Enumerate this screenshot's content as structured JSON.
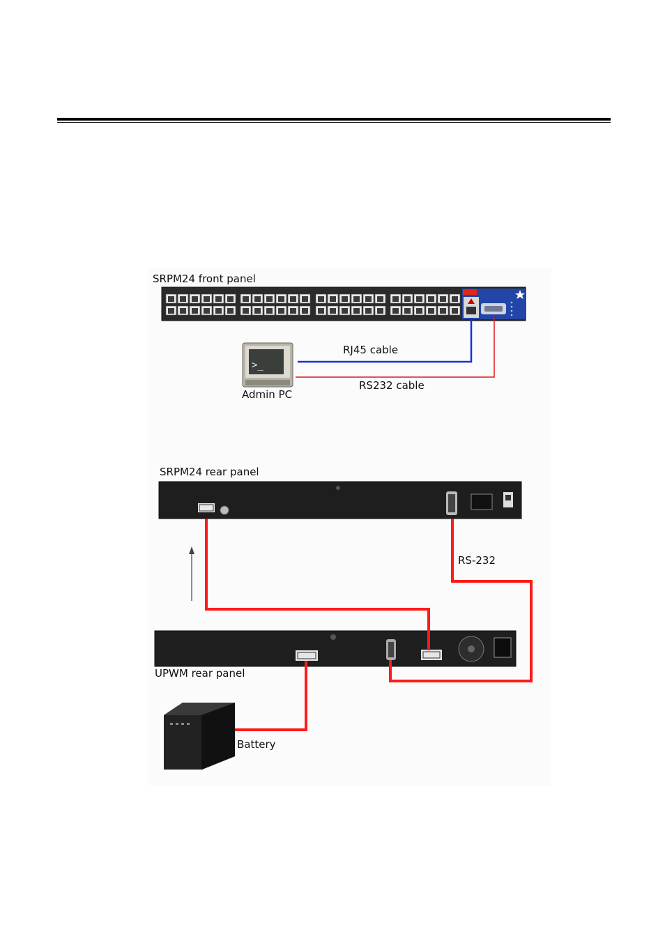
{
  "labels": {
    "front_panel": "SRPM24 front panel",
    "rj45_cable": "RJ45 cable",
    "rs232_cable": "RS232 cable",
    "admin_pc": "Admin PC",
    "rear_panel": "SRPM24 rear panel",
    "rs232": "RS-232",
    "upwm_rear_panel": "UPWM rear panel",
    "battery": "Battery"
  },
  "colors": {
    "rj45_cable": "#1a2ee0",
    "rs232_cable": "#e01b1b",
    "power_cable": "#ff1a1a",
    "chassis": "#1c1c1c"
  }
}
